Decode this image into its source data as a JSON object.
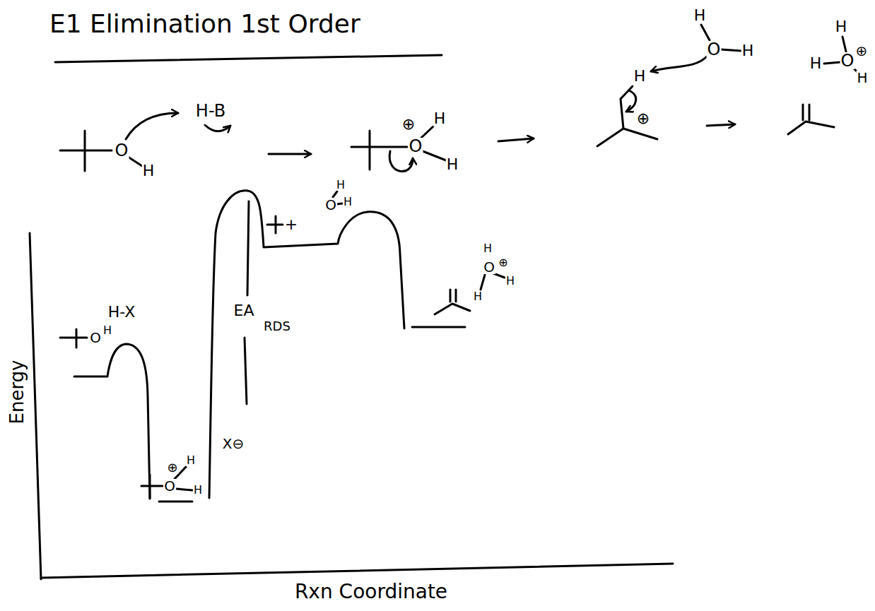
{
  "diagram": {
    "title": "E1 Elimination 1st Order",
    "labels": [
      "O",
      "H",
      "H-B",
      "⊕",
      "H",
      "O",
      "H",
      "H",
      "⊕",
      "H",
      "O",
      "H",
      "H",
      "⊕",
      "H",
      "O",
      "H",
      "H-X",
      "O",
      "H",
      "⊕",
      "H",
      "O",
      "H",
      "X⊖",
      "EA",
      "RDS",
      "+",
      "H",
      "O",
      "H",
      "H",
      "⊕",
      "O",
      "H",
      "H",
      "Energy",
      "Rxn Coordinate"
    ]
  }
}
